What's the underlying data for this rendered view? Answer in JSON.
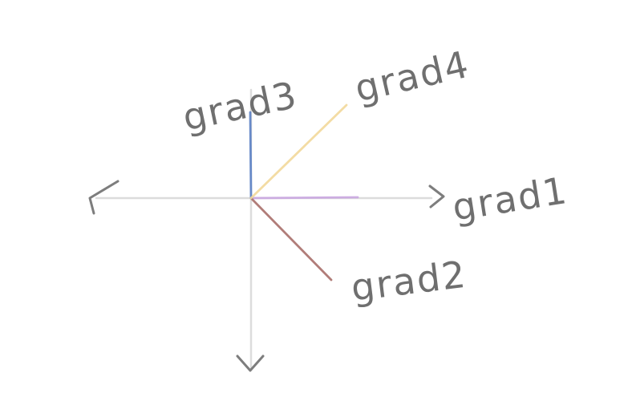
{
  "labels": {
    "grad1": "grad1",
    "grad2": "grad2",
    "grad3": "grad3",
    "grad4": "grad4"
  },
  "colors": {
    "background": "#ffffff",
    "axis": "#dcdcdc",
    "arrowhead": "#7d7d7d",
    "label": "#6f6f6f",
    "grad1": "#c9a6e0",
    "grad2": "#a96f6a",
    "grad3": "#5a7fc4",
    "grad4": "#f2d89a"
  }
}
